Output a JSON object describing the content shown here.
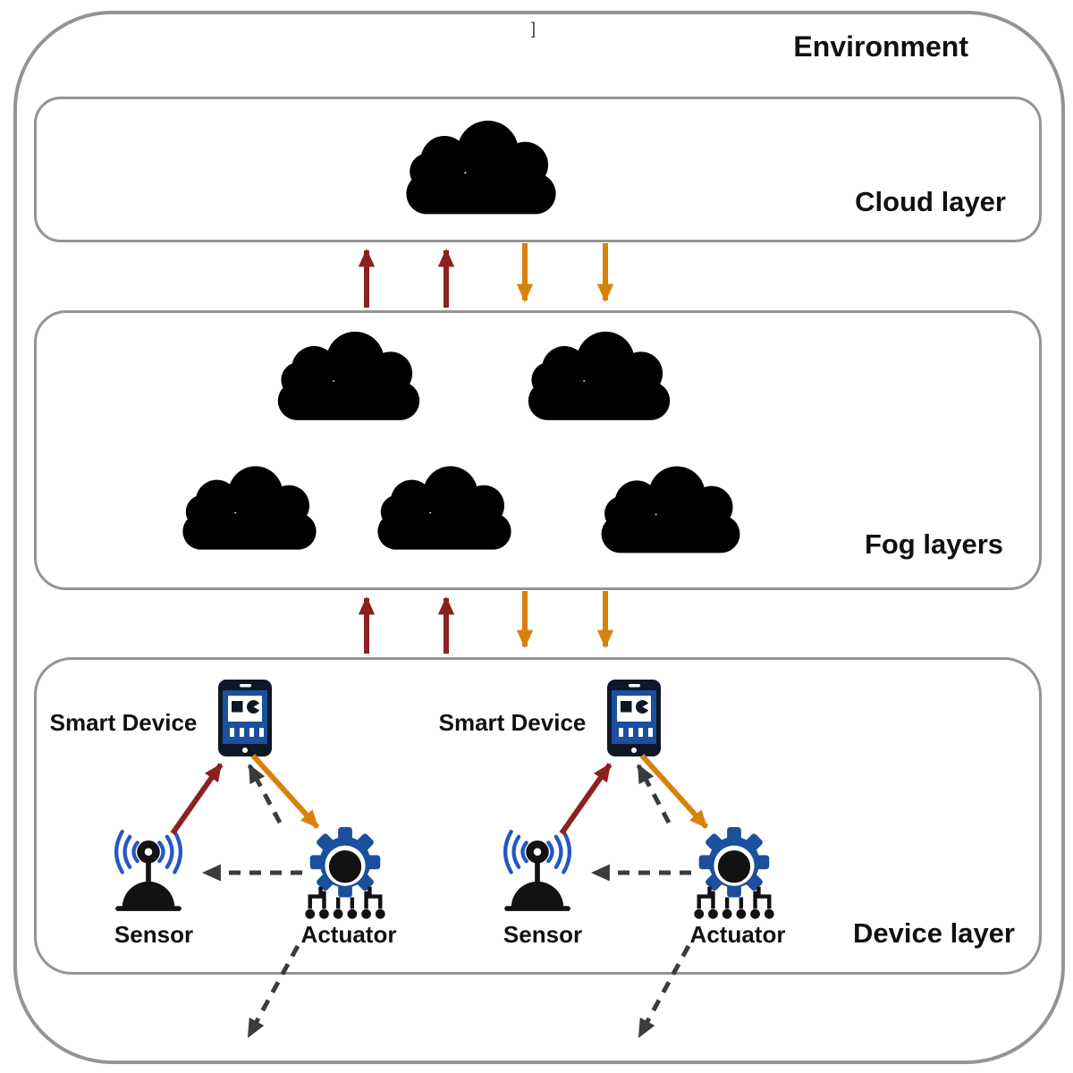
{
  "figure": {
    "artifact_top": "]",
    "environment": {
      "label": "Environment"
    },
    "cloud_layer": {
      "label": "Cloud layer",
      "clouds": [
        "white-cloud"
      ]
    },
    "fog_layer": {
      "label": "Fog layers",
      "clouds": [
        "blue-cloud",
        "blue-cloud",
        "gray-cloud",
        "gray-cloud",
        "gray-cloud"
      ]
    },
    "device_layer": {
      "label": "Device layer",
      "groups": [
        {
          "smart_device": "Smart Device",
          "sensor": "Sensor",
          "actuator": "Actuator"
        },
        {
          "smart_device": "Smart Device",
          "sensor": "Sensor",
          "actuator": "Actuator"
        }
      ]
    },
    "colors": {
      "box_border": "#949494",
      "upstream_arrow": "#8b2120",
      "downstream_arrow": "#d6820b",
      "dashed_arrow": "#3b3b3b",
      "cloud_white_fill": "#ffffff",
      "cloud_white_outline": "#141414",
      "fog_blue_fill": "#adc9ef",
      "fog_blue_border": "#4f7dc4",
      "fog_gray_fill": "#e9e9e9",
      "fog_gray_border": "#4a4a4a",
      "device_navy": "#0d1726",
      "device_blue": "#1c4f9c",
      "signal_blue": "#2456c4",
      "icon_black": "#121212"
    }
  }
}
